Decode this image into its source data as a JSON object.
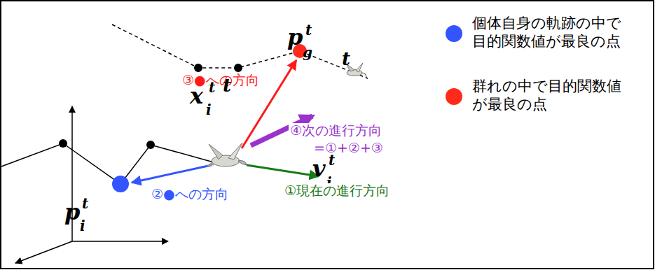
{
  "diagram": {
    "labels": [
      "p",
      "g",
      "t",
      "t",
      "③●への方向",
      "x",
      "i",
      "t",
      "t",
      "④次の進行方向",
      "=①+②+③",
      "v",
      "i",
      "t",
      "②●への方向",
      "①現在の進行方向",
      "p",
      "i",
      "t"
    ],
    "legend": [
      {
        "text": "個体自身の軌跡の中で 目的関数値が最良の点",
        "color": "#3355ff"
      },
      {
        "text": "群れの中で目的関数値 が最良の点",
        "color": "#ff2a1a"
      }
    ]
  }
}
